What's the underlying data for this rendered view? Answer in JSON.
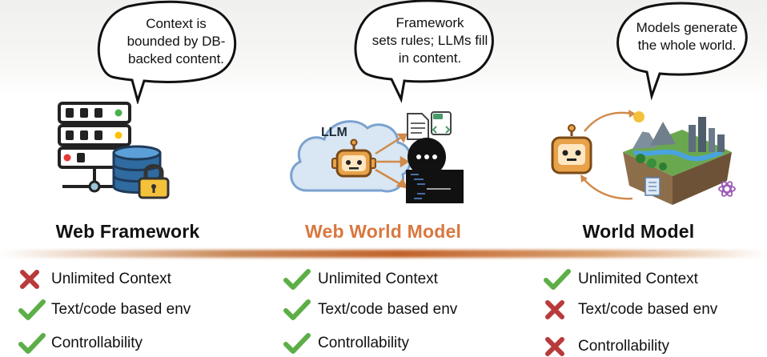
{
  "columns": [
    {
      "title": "Web Framework",
      "title_color": "#000000",
      "bubble_lines": [
        "Context is",
        "bounded by DB-",
        "backed content."
      ],
      "icon": "server-database-lock-icon",
      "features": [
        {
          "label": "Unlimited Context",
          "status": "cross"
        },
        {
          "label": "Text/code based env",
          "status": "check"
        },
        {
          "label": "Controllability",
          "status": "check"
        }
      ]
    },
    {
      "title": "Web World Model",
      "title_color": "#d9773f",
      "bubble_lines": [
        "Framework",
        "sets rules; LLMs fill",
        "in content."
      ],
      "icon": "llm-cloud-robot-icon",
      "icon_label": "LLM",
      "features": [
        {
          "label": "Unlimited Context",
          "status": "check"
        },
        {
          "label": "Text/code based env",
          "status": "check"
        },
        {
          "label": "Controllability",
          "status": "check"
        }
      ]
    },
    {
      "title": "World Model",
      "title_color": "#000000",
      "bubble_lines": [
        "Models generate",
        "the whole world."
      ],
      "icon": "robot-world-cycle-icon",
      "features": [
        {
          "label": "Unlimited Context",
          "status": "check"
        },
        {
          "label": "Text/code based env",
          "status": "cross"
        },
        {
          "label": "Controllability",
          "status": "cross"
        }
      ]
    }
  ],
  "colors": {
    "check": "#5cae47",
    "cross": "#b83a3a",
    "accent": "#d9773f"
  }
}
